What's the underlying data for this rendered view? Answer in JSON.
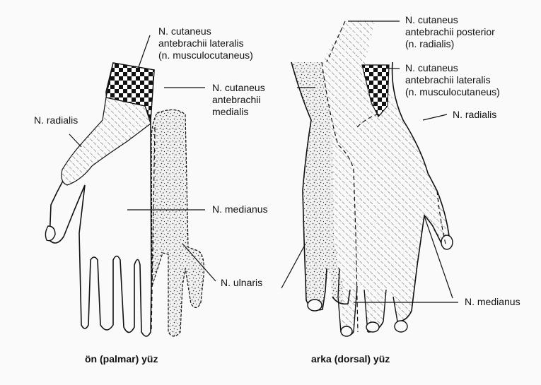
{
  "palmar": {
    "caption": "ön (palmar) yüz",
    "labels": {
      "musculo": "N. cutaneus\nantebrachii lateralis\n(n. musculocutaneus)",
      "medialis": "N. cutaneus\nantebrachii\nmedialis",
      "radialis": "N. radialis",
      "medianus": "N. medianus",
      "ulnaris": "N. ulnaris"
    }
  },
  "dorsal": {
    "caption": "arka (dorsal) yüz",
    "labels": {
      "posterior": "N. cutaneus\nantebrachii posterior\n(n. radialis)",
      "musculo": "N. cutaneus\nantebrachii lateralis\n(n. musculocutaneus)",
      "radialis": "N. radialis",
      "medianus": "N. medianus"
    }
  },
  "legend_patterns": {
    "checker": "n. musculocutaneus",
    "hatch": "n. radialis",
    "stipple": "n. ulnaris / n. cutaneus antebrachii medialis",
    "blank": "n. medianus"
  },
  "colors": {
    "ink": "#111111",
    "paper": "#fafafa"
  }
}
